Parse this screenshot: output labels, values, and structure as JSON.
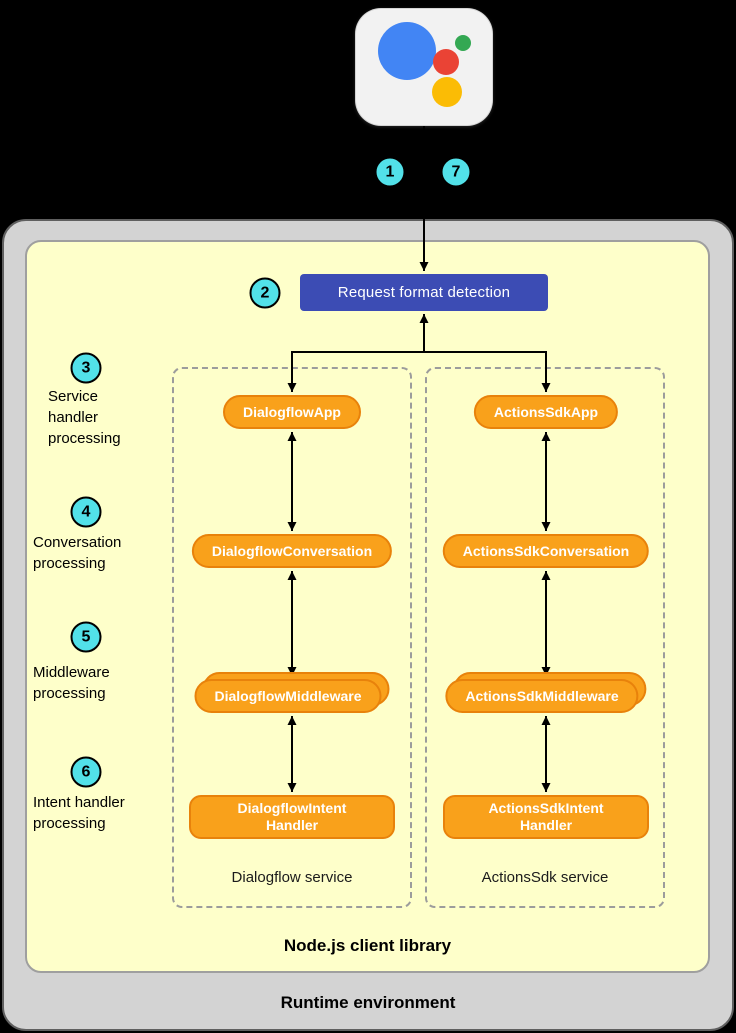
{
  "colors": {
    "page-bg": "#000000",
    "runtime-bg": "#d3d3d3",
    "runtime-border": "#5f5f5f",
    "library-bg": "#feffca",
    "library-border": "#9f9f9f",
    "dashed-border": "#9c9c9c",
    "detection-bg": "#3c4cb4",
    "pill-bg": "#f9a11b",
    "pill-border": "#e8820b",
    "badge-bg": "#52e1e9",
    "badge-border": "#000000",
    "arrow": "#000000",
    "logo-bg": "#f2f2f2",
    "logo-blue": "#4285f4",
    "logo-green": "#34a853",
    "logo-red": "#ea4335",
    "logo-yellow": "#fbbc05"
  },
  "badges": {
    "request": "1",
    "response": "7",
    "detection": "2"
  },
  "detection_label": "Request format detection",
  "steps": [
    {
      "badge": "3",
      "label": "Service\nhandler\nprocessing"
    },
    {
      "badge": "4",
      "label": "Conversation\nprocessing"
    },
    {
      "badge": "5",
      "label": "Middleware\nprocessing"
    },
    {
      "badge": "6",
      "label": "Intent handler\nprocessing"
    }
  ],
  "columns": [
    {
      "app": "DialogflowApp",
      "conversation": "DialogflowConversation",
      "middleware": "DialogflowMiddleware",
      "intent_handler": "DialogflowIntent Handler",
      "service_label": "Dialogflow service"
    },
    {
      "app": "ActionsSdkApp",
      "conversation": "ActionsSdkConversation",
      "middleware": "ActionsSdkMiddleware",
      "intent_handler": "ActionsSdkIntent Handler",
      "service_label": "ActionsSdk service"
    }
  ],
  "footer": {
    "library": "Node.js client library",
    "runtime": "Runtime environment"
  }
}
